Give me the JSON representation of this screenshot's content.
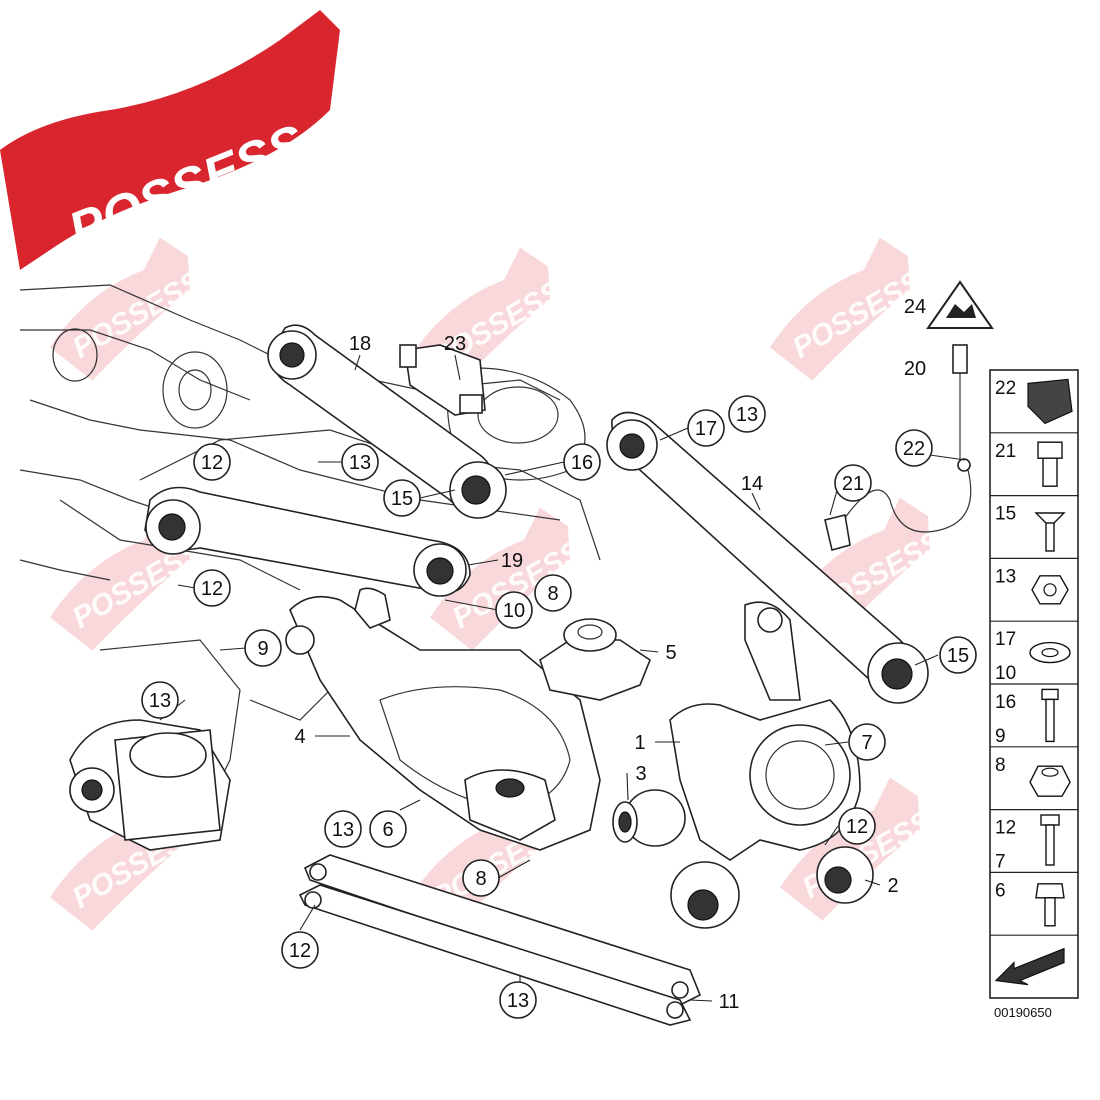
{
  "brand": {
    "logo_text": "POSSESS",
    "watermark_text": "POSSESS",
    "banner_color": "#d9262e",
    "watermark_color": "#f2b8bb"
  },
  "callouts": [
    {
      "label": "18",
      "circled": false
    },
    {
      "label": "23",
      "circled": false
    },
    {
      "label": "24",
      "circled": false
    },
    {
      "label": "20",
      "circled": false
    },
    {
      "label": "12",
      "circled": true
    },
    {
      "label": "13",
      "circled": true
    },
    {
      "label": "15",
      "circled": true
    },
    {
      "label": "16",
      "circled": true
    },
    {
      "label": "17",
      "circled": true
    },
    {
      "label": "13",
      "circled": true
    },
    {
      "label": "14",
      "circled": false
    },
    {
      "label": "22",
      "circled": true
    },
    {
      "label": "21",
      "circled": true
    },
    {
      "label": "19",
      "circled": false
    },
    {
      "label": "12",
      "circled": true
    },
    {
      "label": "10",
      "circled": true
    },
    {
      "label": "8",
      "circled": true
    },
    {
      "label": "9",
      "circled": true
    },
    {
      "label": "5",
      "circled": false
    },
    {
      "label": "13",
      "circled": true
    },
    {
      "label": "15",
      "circled": true
    },
    {
      "label": "4",
      "circled": false
    },
    {
      "label": "1",
      "circled": false
    },
    {
      "label": "7",
      "circled": true
    },
    {
      "label": "3",
      "circled": false
    },
    {
      "label": "13",
      "circled": true
    },
    {
      "label": "6",
      "circled": true
    },
    {
      "label": "12",
      "circled": true
    },
    {
      "label": "8",
      "circled": true
    },
    {
      "label": "2",
      "circled": false
    },
    {
      "label": "12",
      "circled": true
    },
    {
      "label": "13",
      "circled": true
    },
    {
      "label": "11",
      "circled": false
    }
  ],
  "legend": [
    {
      "labels": [
        "22"
      ],
      "icon": "bracket-icon"
    },
    {
      "labels": [
        "21"
      ],
      "icon": "cap-screw-icon"
    },
    {
      "labels": [
        "15"
      ],
      "icon": "eccentric-bolt-icon"
    },
    {
      "labels": [
        "13"
      ],
      "icon": "collar-nut-icon"
    },
    {
      "labels": [
        "17",
        "10"
      ],
      "icon": "washer-icon"
    },
    {
      "labels": [
        "16",
        "9"
      ],
      "icon": "hex-bolt-icon"
    },
    {
      "labels": [
        "8"
      ],
      "icon": "hex-nut-icon"
    },
    {
      "labels": [
        "12",
        "7"
      ],
      "icon": "flange-bolt-icon"
    },
    {
      "labels": [
        "6"
      ],
      "icon": "torx-bolt-icon"
    },
    {
      "labels": [],
      "icon": "direction-arrow-icon"
    }
  ],
  "drawing_number": "00190650"
}
